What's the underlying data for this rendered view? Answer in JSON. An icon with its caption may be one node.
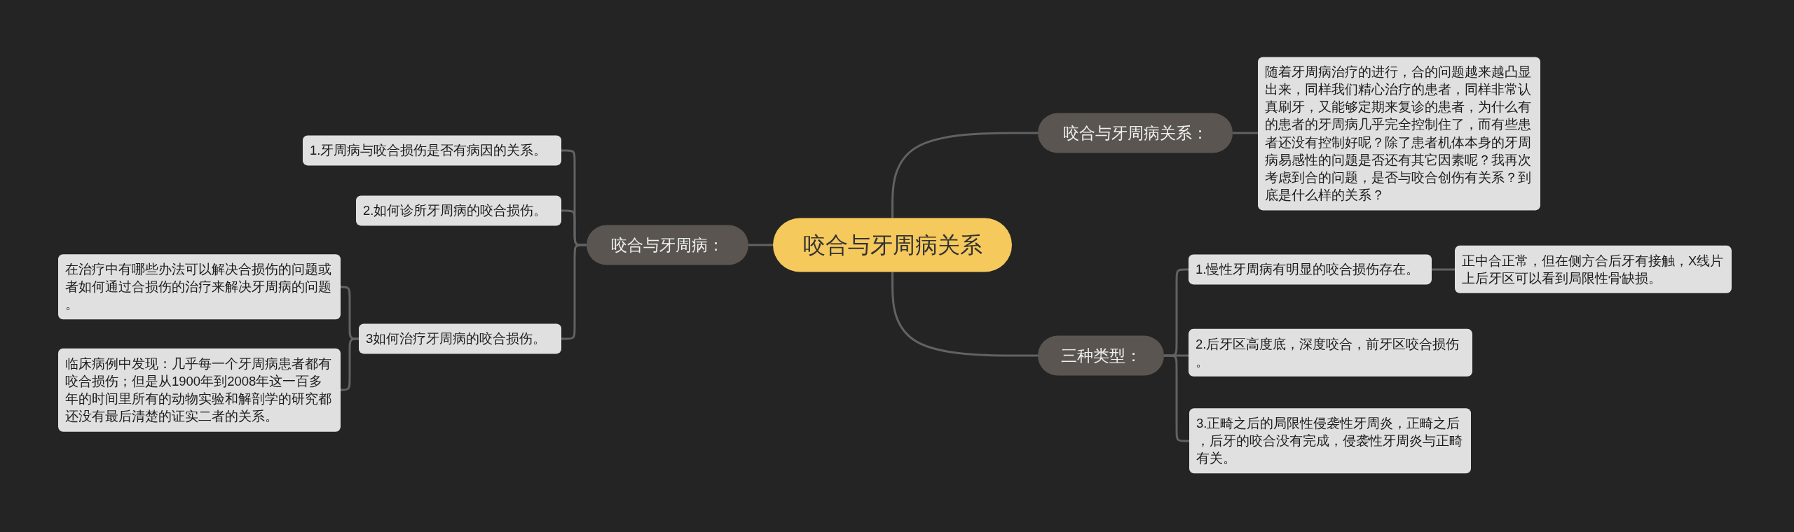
{
  "diagram": {
    "nodes": [
      {
        "text": [
          "咬合与牙周病关系"
        ]
      },
      {
        "text": [
          "咬合与牙周病："
        ]
      },
      {
        "text": [
          "1.牙周病与咬合损伤是否有病因的关系。"
        ]
      },
      {
        "text": [
          "2.如何诊所牙周病的咬合损伤。"
        ]
      },
      {
        "text": [
          "3如何治疗牙周病的咬合损伤。"
        ]
      },
      {
        "text": [
          "在治疗中有哪些办法可以解决合损伤的问题或者如何通过合损伤的治疗来解决牙周病的问题。"
        ]
      },
      {
        "text": [
          "临床病例中发现：几乎每一个牙周病患者都有咬合损伤；但是从1900年到2008年这一百多年的时间里所有的动物实验和解剖学的研究都还没有最后清楚的证实二者的关系。"
        ]
      },
      {
        "text": [
          "咬合与牙周病关系："
        ]
      },
      {
        "text": [
          "随着牙周病治疗的进行，合的问题越来越凸显出来，同样我们精心治疗的患者，同样非常认真刷牙，又能够定期来复诊的患者，为什么有的患者的牙周病几乎完全控制住了，而有些患者还没有控制好呢？除了患者机体本身的牙周病易感性的问题是否还有其它因素呢？我再次考虑到合的问题，是否与咬合创伤有关系？到底是什么样的关系？"
        ]
      },
      {
        "text": [
          "三种类型："
        ]
      },
      {
        "text": [
          "1.慢性牙周病有明显的咬合损伤存在。"
        ]
      },
      {
        "text": [
          "正中合正常，但在侧方合后牙有接触，X线片上后牙区可以看到局限性骨缺损。"
        ]
      },
      {
        "text": [
          "2.后牙区高度底，深度咬合，前牙区咬合损伤。"
        ]
      },
      {
        "text": [
          "3.正畸之后的局限性侵袭性牙周炎，正畸之后，后牙的咬合没有完成，侵袭性牙周炎与正畸有关。"
        ]
      }
    ],
    "edges": [
      {
        "from": 0,
        "to": 1,
        "arrow": "none"
      },
      {
        "from": 1,
        "to": 2,
        "arrow": "none"
      },
      {
        "from": 1,
        "to": 3,
        "arrow": "none"
      },
      {
        "from": 1,
        "to": 4,
        "arrow": "none"
      },
      {
        "from": 4,
        "to": 5,
        "arrow": "none"
      },
      {
        "from": 4,
        "to": 6,
        "arrow": "none"
      },
      {
        "from": 0,
        "to": 7,
        "arrow": "none"
      },
      {
        "from": 7,
        "to": 8,
        "arrow": "none"
      },
      {
        "from": 0,
        "to": 9,
        "arrow": "none"
      },
      {
        "from": 9,
        "to": 10,
        "arrow": "none"
      },
      {
        "from": 10,
        "to": 11,
        "arrow": "none"
      },
      {
        "from": 9,
        "to": 12,
        "arrow": "none"
      },
      {
        "from": 9,
        "to": 13,
        "arrow": "none"
      }
    ]
  }
}
